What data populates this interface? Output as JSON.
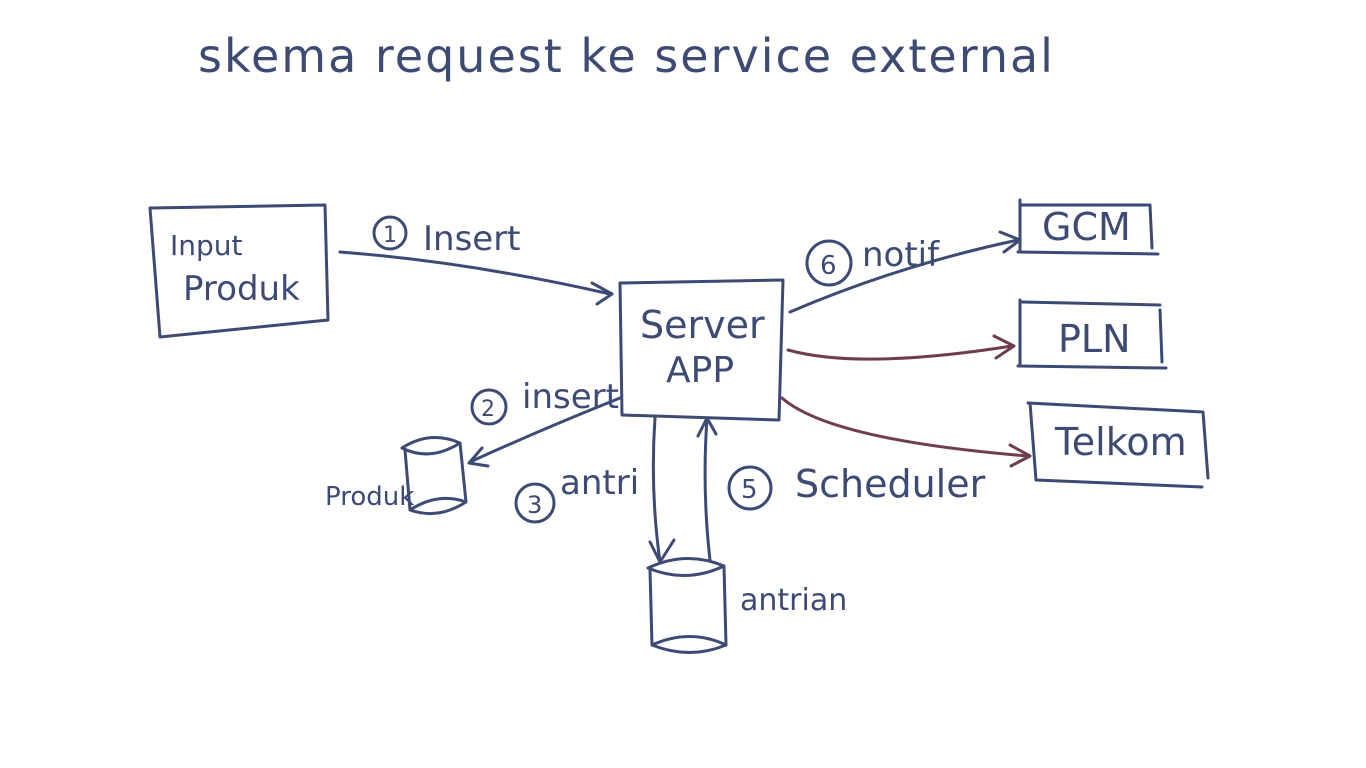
{
  "title": "skema request ke service external",
  "nodes": {
    "input_produk": "Input Produk",
    "input_line1": "Input",
    "input_line2": "Produk",
    "server_line1": "Server",
    "server_line2": "APP",
    "gcm": "GCM",
    "pln": "PLN",
    "telkom": "Telkom",
    "produk_db": "Produk",
    "antrian_db": "antrian"
  },
  "edges": {
    "e1_num": "1",
    "e1_label": "Insert",
    "e2_num": "2",
    "e2_label": "insert",
    "e3_num": "3",
    "e3_label": "antri",
    "e5_num": "5",
    "e5_label": "Scheduler",
    "e6_num": "6",
    "e6_label": "notif"
  },
  "colors": {
    "ink": "#3d4a74",
    "ink_red": "#6e3d4f",
    "background": "#ffffff"
  }
}
